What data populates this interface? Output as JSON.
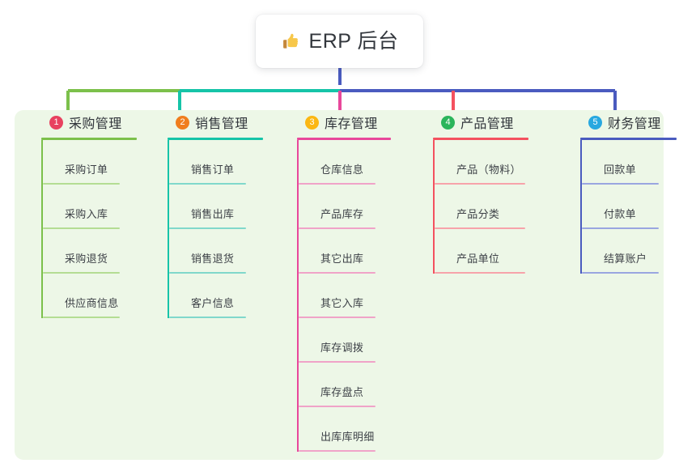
{
  "root": {
    "icon": "thumbs-up-emoji",
    "title": "ERP 后台"
  },
  "theme": {
    "panel_bg": "#edf7e7",
    "page_bg": "#ffffff",
    "stem_color": "#4a5bbf",
    "text_color": "#33373d"
  },
  "columns": [
    {
      "number": "1",
      "title": "采购管理",
      "badge_color": "#e8415f",
      "line_color": "#7cc04b",
      "leaf_line_color": "#b4dd93",
      "connector_color": "#7cc04b",
      "items": [
        "采购订单",
        "采购入库",
        "采购退货",
        "供应商信息"
      ]
    },
    {
      "number": "2",
      "title": "销售管理",
      "badge_color": "#f07d1e",
      "line_color": "#16c4a8",
      "leaf_line_color": "#80d8cb",
      "connector_color": "#16c4a8",
      "items": [
        "销售订单",
        "销售出库",
        "销售退货",
        "客户信息"
      ]
    },
    {
      "number": "3",
      "title": "库存管理",
      "badge_color": "#fbb713",
      "line_color": "#e8479b",
      "leaf_line_color": "#f0a3c8",
      "connector_color": "#e8479b",
      "items": [
        "仓库信息",
        "产品库存",
        "其它出库",
        "其它入库",
        "库存调拨",
        "库存盘点",
        "出库库明细"
      ]
    },
    {
      "number": "4",
      "title": "产品管理",
      "badge_color": "#2bb55b",
      "line_color": "#f4515f",
      "leaf_line_color": "#f7a3aa",
      "connector_color": "#f4515f",
      "items": [
        "产品（物料）",
        "产品分类",
        "产品单位"
      ]
    },
    {
      "number": "5",
      "title": "财务管理",
      "badge_color": "#28a8e0",
      "line_color": "#4a5bbf",
      "leaf_line_color": "#9aa6e0",
      "connector_color": "#4a5bbf",
      "items": [
        "回款单",
        "付款单",
        "结算账户"
      ]
    }
  ]
}
